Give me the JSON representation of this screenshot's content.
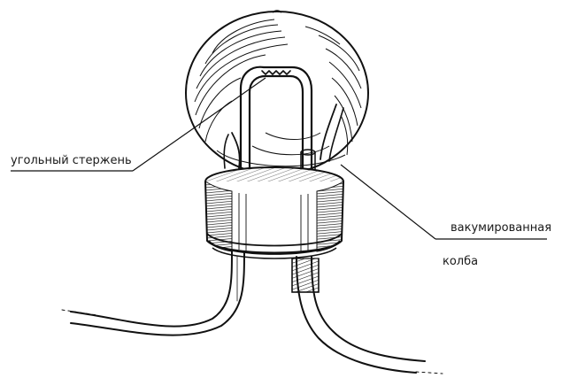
{
  "labels": {
    "carbon_rod": "угольный стержень",
    "vacuum_bulb_line1": "вакумированная",
    "vacuum_bulb_line2": "колба"
  },
  "colors": {
    "ink": "#111111",
    "paper": "#ffffff"
  }
}
